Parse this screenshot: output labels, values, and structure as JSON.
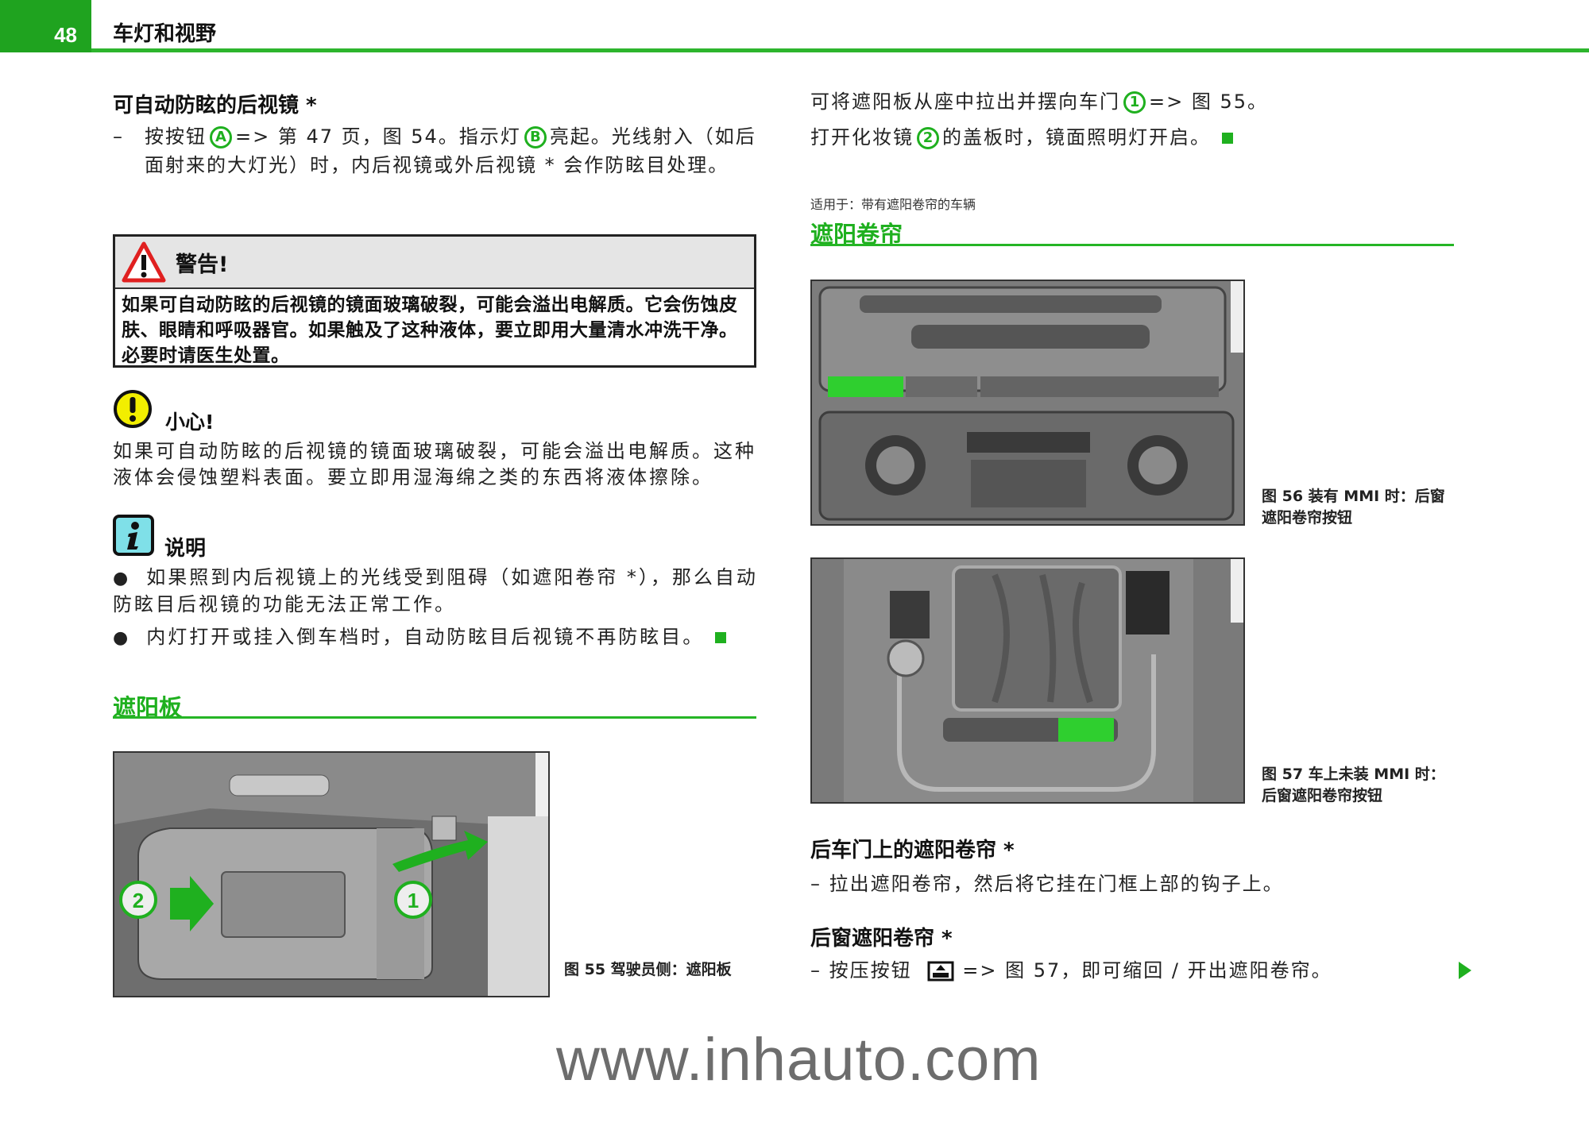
{
  "header": {
    "page_number": "48",
    "chapter": "车灯和视野"
  },
  "left": {
    "mirror_heading": "可自动防眩的后视镜 *",
    "mirror_step": {
      "dash": "–",
      "p1": "按按钮",
      "marker_a": "A",
      "p2": "=> 第 47 页，图 54。指示灯",
      "marker_b": "B",
      "p3": "亮起。光线射入（如后面射来的大灯光）时，内后视镜或外后视镜 * 会作防眩目处理。"
    },
    "warning": {
      "icon": "warning-triangle-icon",
      "title": "警告!",
      "body": "如果可自动防眩的后视镜的镜面玻璃破裂，可能会溢出电解质。它会伤蚀皮肤、眼睛和呼吸器官。如果触及了这种液体，要立即用大量清水冲洗干净。必要时请医生处置。"
    },
    "caution": {
      "icon": "caution-exclamation-icon",
      "title": "小心!",
      "body": "如果可自动防眩的后视镜的镜面玻璃破裂，可能会溢出电解质。这种液体会侵蚀塑料表面。要立即用湿海绵之类的东西将液体擦除。"
    },
    "note": {
      "icon": "info-icon",
      "title": "说明",
      "items": [
        "如果照到内后视镜上的光线受到阻碍（如遮阳卷帘 *），那么自动防眩目后视镜的功能无法正常工作。",
        "内灯打开或挂入倒车档时，自动防眩目后视镜不再防眩目。"
      ]
    },
    "visor_heading": "遮阳板",
    "fig55": {
      "caption": "图 55  驾驶员侧：遮阳板",
      "callout_1": "1",
      "callout_2": "2"
    }
  },
  "right": {
    "visor_line1": {
      "p1": "可将遮阳板从座中拉出并摆向车门",
      "marker": "1",
      "p2": "=> 图 55。"
    },
    "visor_line2": {
      "p1": "打开化妆镜",
      "marker": "2",
      "p2": "的盖板时，镜面照明灯开启。"
    },
    "applies_to": "适用于：带有遮阳卷帘的车辆",
    "blind_heading": "遮阳卷帘",
    "fig56": {
      "caption": "图 56  装有 MMI 时：后窗遮阳卷帘按钮"
    },
    "fig57": {
      "caption": "图 57  车上未装 MMI 时：后窗遮阳卷帘按钮"
    },
    "door_heading": "后车门上的遮阳卷帘 *",
    "door_step": "–  拉出遮阳卷帘，然后将它挂在门框上部的钩子上。",
    "rear_heading": "后窗遮阳卷帘 *",
    "rear_step": {
      "p1": "–  按压按钮",
      "icon": "rear-blind-button-icon",
      "p2": "=>  图 57，即可缩回 / 开出遮阳卷帘。"
    },
    "next_page_icon": "next-page-arrow-icon"
  },
  "watermark": "www.inhauto.com",
  "colors": {
    "accent": "#1fb01f",
    "warning": "#e02020",
    "caution": "#f2ee00",
    "info": "#7fe0e8"
  }
}
